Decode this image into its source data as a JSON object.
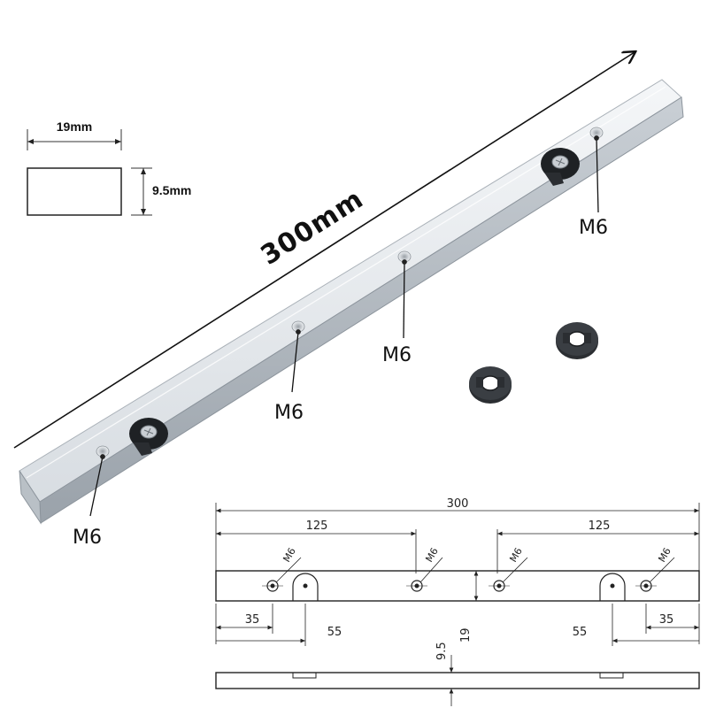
{
  "cross_section": {
    "width_label": "19mm",
    "height_label": "9.5mm"
  },
  "overall_length_label": "300mm",
  "hole_labels": [
    "M6",
    "M6",
    "M6",
    "M6"
  ],
  "technical_drawing": {
    "overall": "300",
    "left_span": "125",
    "right_span": "125",
    "hole_callouts": [
      "M6",
      "M6",
      "M6",
      "M6"
    ],
    "left_offset": "35",
    "right_offset": "35",
    "left_slot_offset": "55",
    "right_slot_offset": "55",
    "width": "19",
    "thickness": "9.5"
  }
}
